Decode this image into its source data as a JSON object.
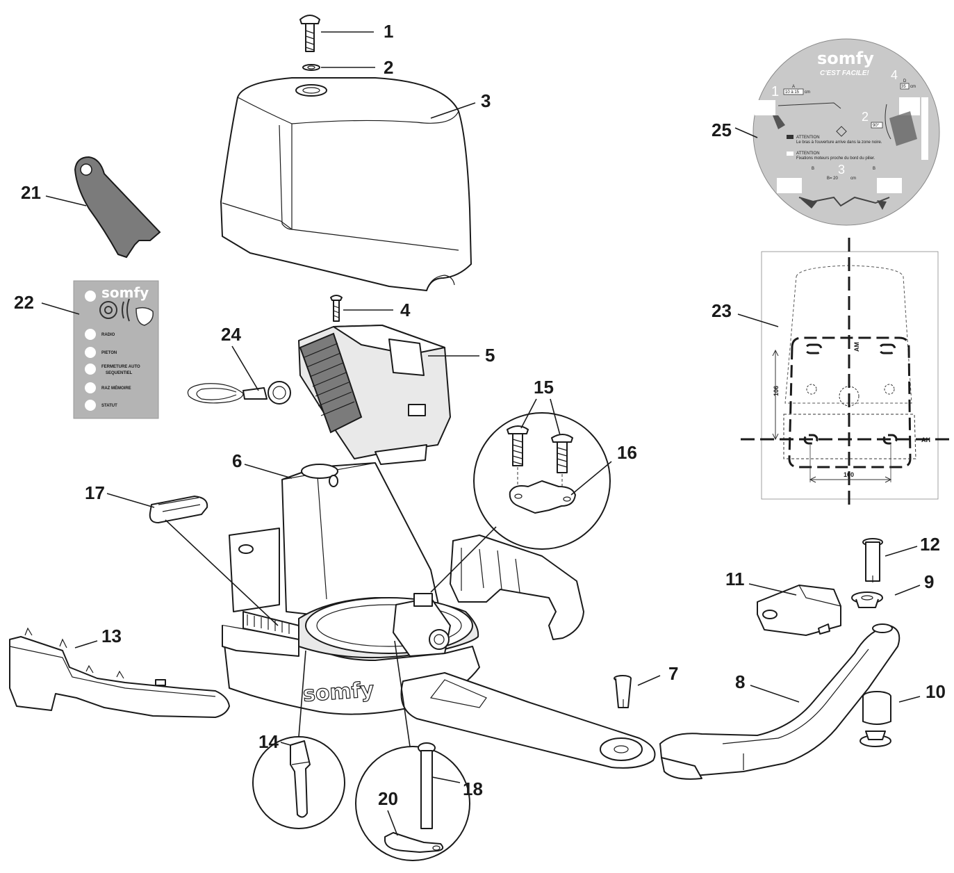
{
  "callouts": {
    "c1": "1",
    "c2": "2",
    "c3": "3",
    "c4": "4",
    "c5": "5",
    "c6": "6",
    "c7": "7",
    "c8": "8",
    "c9": "9",
    "c10": "10",
    "c11": "11",
    "c12": "12",
    "c13": "13",
    "c14": "14",
    "c15": "15",
    "c16": "16",
    "c17": "17",
    "c18": "18",
    "c20": "20",
    "c21": "21",
    "c22": "22",
    "c23": "23",
    "c24": "24",
    "c25": "25"
  },
  "brand": "somfy",
  "label_panel": {
    "items": [
      "RADIO",
      "PIETON",
      "FERMETURE AUTO",
      "SEQUENTIEL",
      "RAZ MÉMOIRE",
      "STATUT"
    ]
  },
  "sticker": {
    "slogan": "C'EST FACILE!",
    "step1": "1",
    "step2": "2",
    "step3": "3",
    "step4": "4",
    "dim_a": "A",
    "dim_a_value": "10 à 15",
    "dim_a_unit": "cm",
    "dim_d": "D",
    "dim_d_value": "35",
    "dim_d_unit": "cm",
    "angle_value": "90°",
    "dim_b": "B",
    "dim_b2": "B",
    "dim_b_value": "B= 20",
    "dim_b_unit": "cm",
    "note1_title": "ATTENTION",
    "note1_text": "Le bras à l'ouverture arrive dans la zone noire.",
    "note2_title": "ATTENTION",
    "note2_text": "Fixations moteurs proche du bord du pilier."
  },
  "drill_template": {
    "dim_vertical": "106",
    "dim_horizontal": "100",
    "axis_am": "AM",
    "axis_ah": "AH"
  }
}
